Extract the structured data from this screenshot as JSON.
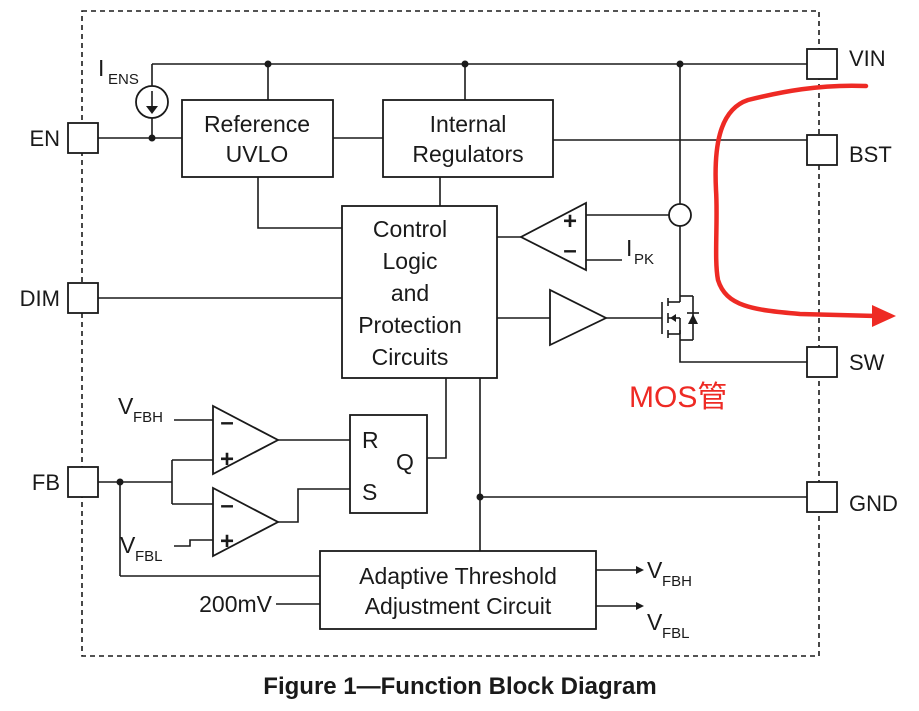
{
  "caption": "Figure 1—Function Block Diagram",
  "pins": {
    "en": "EN",
    "dim": "DIM",
    "fb": "FB",
    "vin": "VIN",
    "bst": "BST",
    "sw": "SW",
    "gnd": "GND"
  },
  "blocks": {
    "reference_uvlo": [
      "Reference",
      "UVLO"
    ],
    "internal_regulators": [
      "Internal",
      "Regulators"
    ],
    "control_logic": [
      "Control",
      "Logic",
      "and",
      "Protection",
      "Circuits"
    ],
    "adaptive_threshold": [
      "Adaptive Threshold",
      "Adjustment Circuit"
    ]
  },
  "signals": {
    "iens": "I",
    "iens_sub": "ENS",
    "ipk": "I",
    "ipk_sub": "PK",
    "vfbh": "V",
    "vfbh_sub": "FBH",
    "vfbl": "V",
    "vfbl_sub": "FBL",
    "out_vfbh": "V",
    "out_vfbh_sub": "FBH",
    "out_vfbl": "V",
    "out_vfbl_sub": "FBL",
    "ref_200mv": "200mV",
    "latch_r": "R",
    "latch_s": "S",
    "latch_q": "Q",
    "plus": "+",
    "minus": "–"
  },
  "annotation": {
    "text": "MOS管",
    "color": "#ee2a24"
  }
}
